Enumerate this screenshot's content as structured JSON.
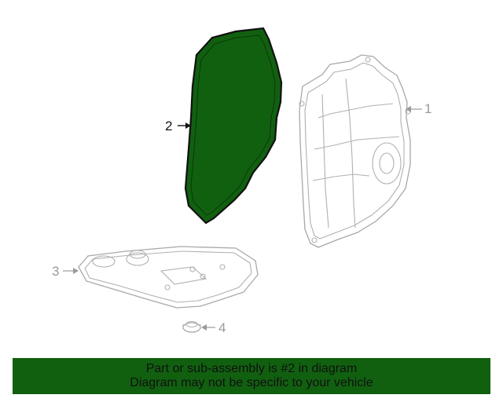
{
  "colors": {
    "highlight_fill": "#116010",
    "banner_bg": "#116010",
    "muted_line": "#9a9a9a"
  },
  "callouts": {
    "part1": "1",
    "part2": "2",
    "part3": "3",
    "part4": "4"
  },
  "banner": {
    "line1": "Part or sub-assembly is #2 in diagram",
    "line2": "Diagram may not be specific to your vehicle"
  }
}
